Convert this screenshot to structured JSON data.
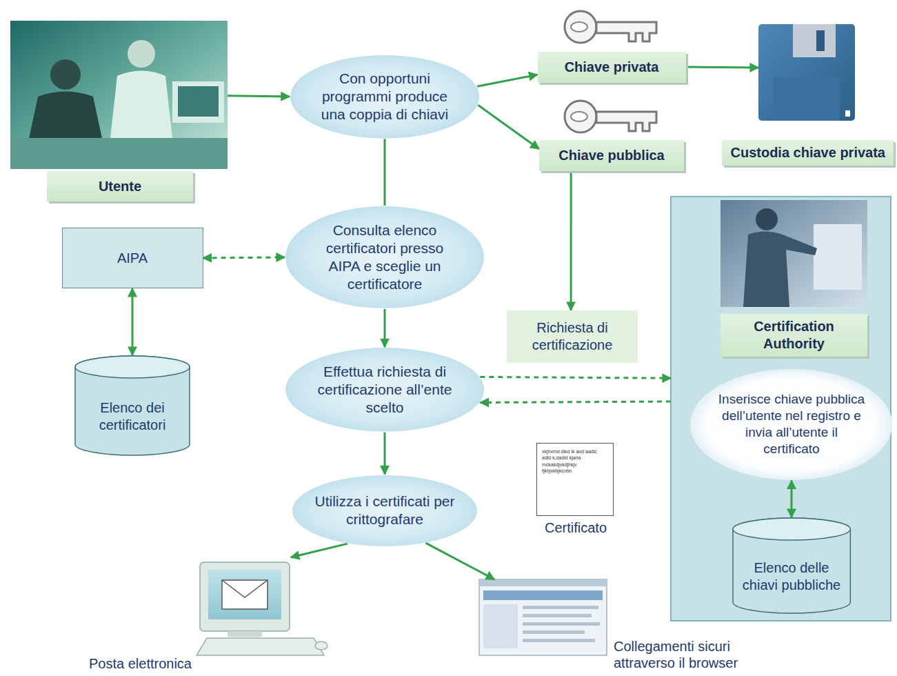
{
  "diagram": {
    "nodes": [
      {
        "text": [
          "Utente"
        ]
      },
      {
        "text": [
          "Con opportuni programmi produce una coppia di chiavi"
        ]
      },
      {
        "text": [
          "Chiave privata"
        ]
      },
      {
        "text": [
          "Custodia chiave privata"
        ]
      },
      {
        "text": [
          "Chiave pubblica"
        ]
      },
      {
        "text": [
          "AIPA"
        ]
      },
      {
        "text": [
          "Consulta elenco certificatori presso AIPA e sceglie un certificatore"
        ]
      },
      {
        "text": [
          "Elenco dei certificatori"
        ]
      },
      {
        "text": [
          "Richiesta di certificazione"
        ]
      },
      {
        "text": [
          "Certification Authority"
        ]
      },
      {
        "text": [
          "Effettua richiesta di certificazione all’ente scelto"
        ]
      },
      {
        "text": [
          "Inserisce chiave pubblica dell’utente nel registro e invia all’utente il certificato"
        ],
        "in": 9
      },
      {
        "text": [
          "xkjhxmd dikd lk aod aadlc adld k,daöld kjana mckakdjvkdjhkjv fjkbjvkbjkcvbn",
          "Certificato"
        ]
      },
      {
        "text": [
          "Utilizza i certificati per crittografare"
        ]
      },
      {
        "text": [
          "Elenco delle chiavi pubbliche"
        ],
        "in": 9
      },
      {
        "text": [
          "Posta elettronica"
        ]
      },
      {
        "text": [
          "Collegamenti sicuri attraverso il browser"
        ]
      }
    ],
    "edges": [
      {
        "from": 0,
        "to": 1,
        "arrow": "to"
      },
      {
        "from": 1,
        "to": 2,
        "arrow": "to"
      },
      {
        "from": 1,
        "to": 4,
        "arrow": "to"
      },
      {
        "from": 2,
        "to": 3,
        "arrow": "to"
      },
      {
        "from": 1,
        "to": 6,
        "arrow": "none"
      },
      {
        "from": 5,
        "to": 6,
        "arrow": "both"
      },
      {
        "from": 5,
        "to": 7,
        "arrow": "both"
      },
      {
        "from": 6,
        "to": 10,
        "arrow": "to"
      },
      {
        "from": 4,
        "to": 8,
        "arrow": "to"
      },
      {
        "from": 10,
        "to": 9,
        "arrow": "to"
      },
      {
        "from": 9,
        "to": 10,
        "arrow": "to"
      },
      {
        "from": 11,
        "to": 14,
        "arrow": "both"
      },
      {
        "from": 10,
        "to": 13,
        "arrow": "to"
      },
      {
        "from": 13,
        "to": 15,
        "arrow": "to"
      },
      {
        "from": 13,
        "to": 16,
        "arrow": "to"
      }
    ]
  }
}
